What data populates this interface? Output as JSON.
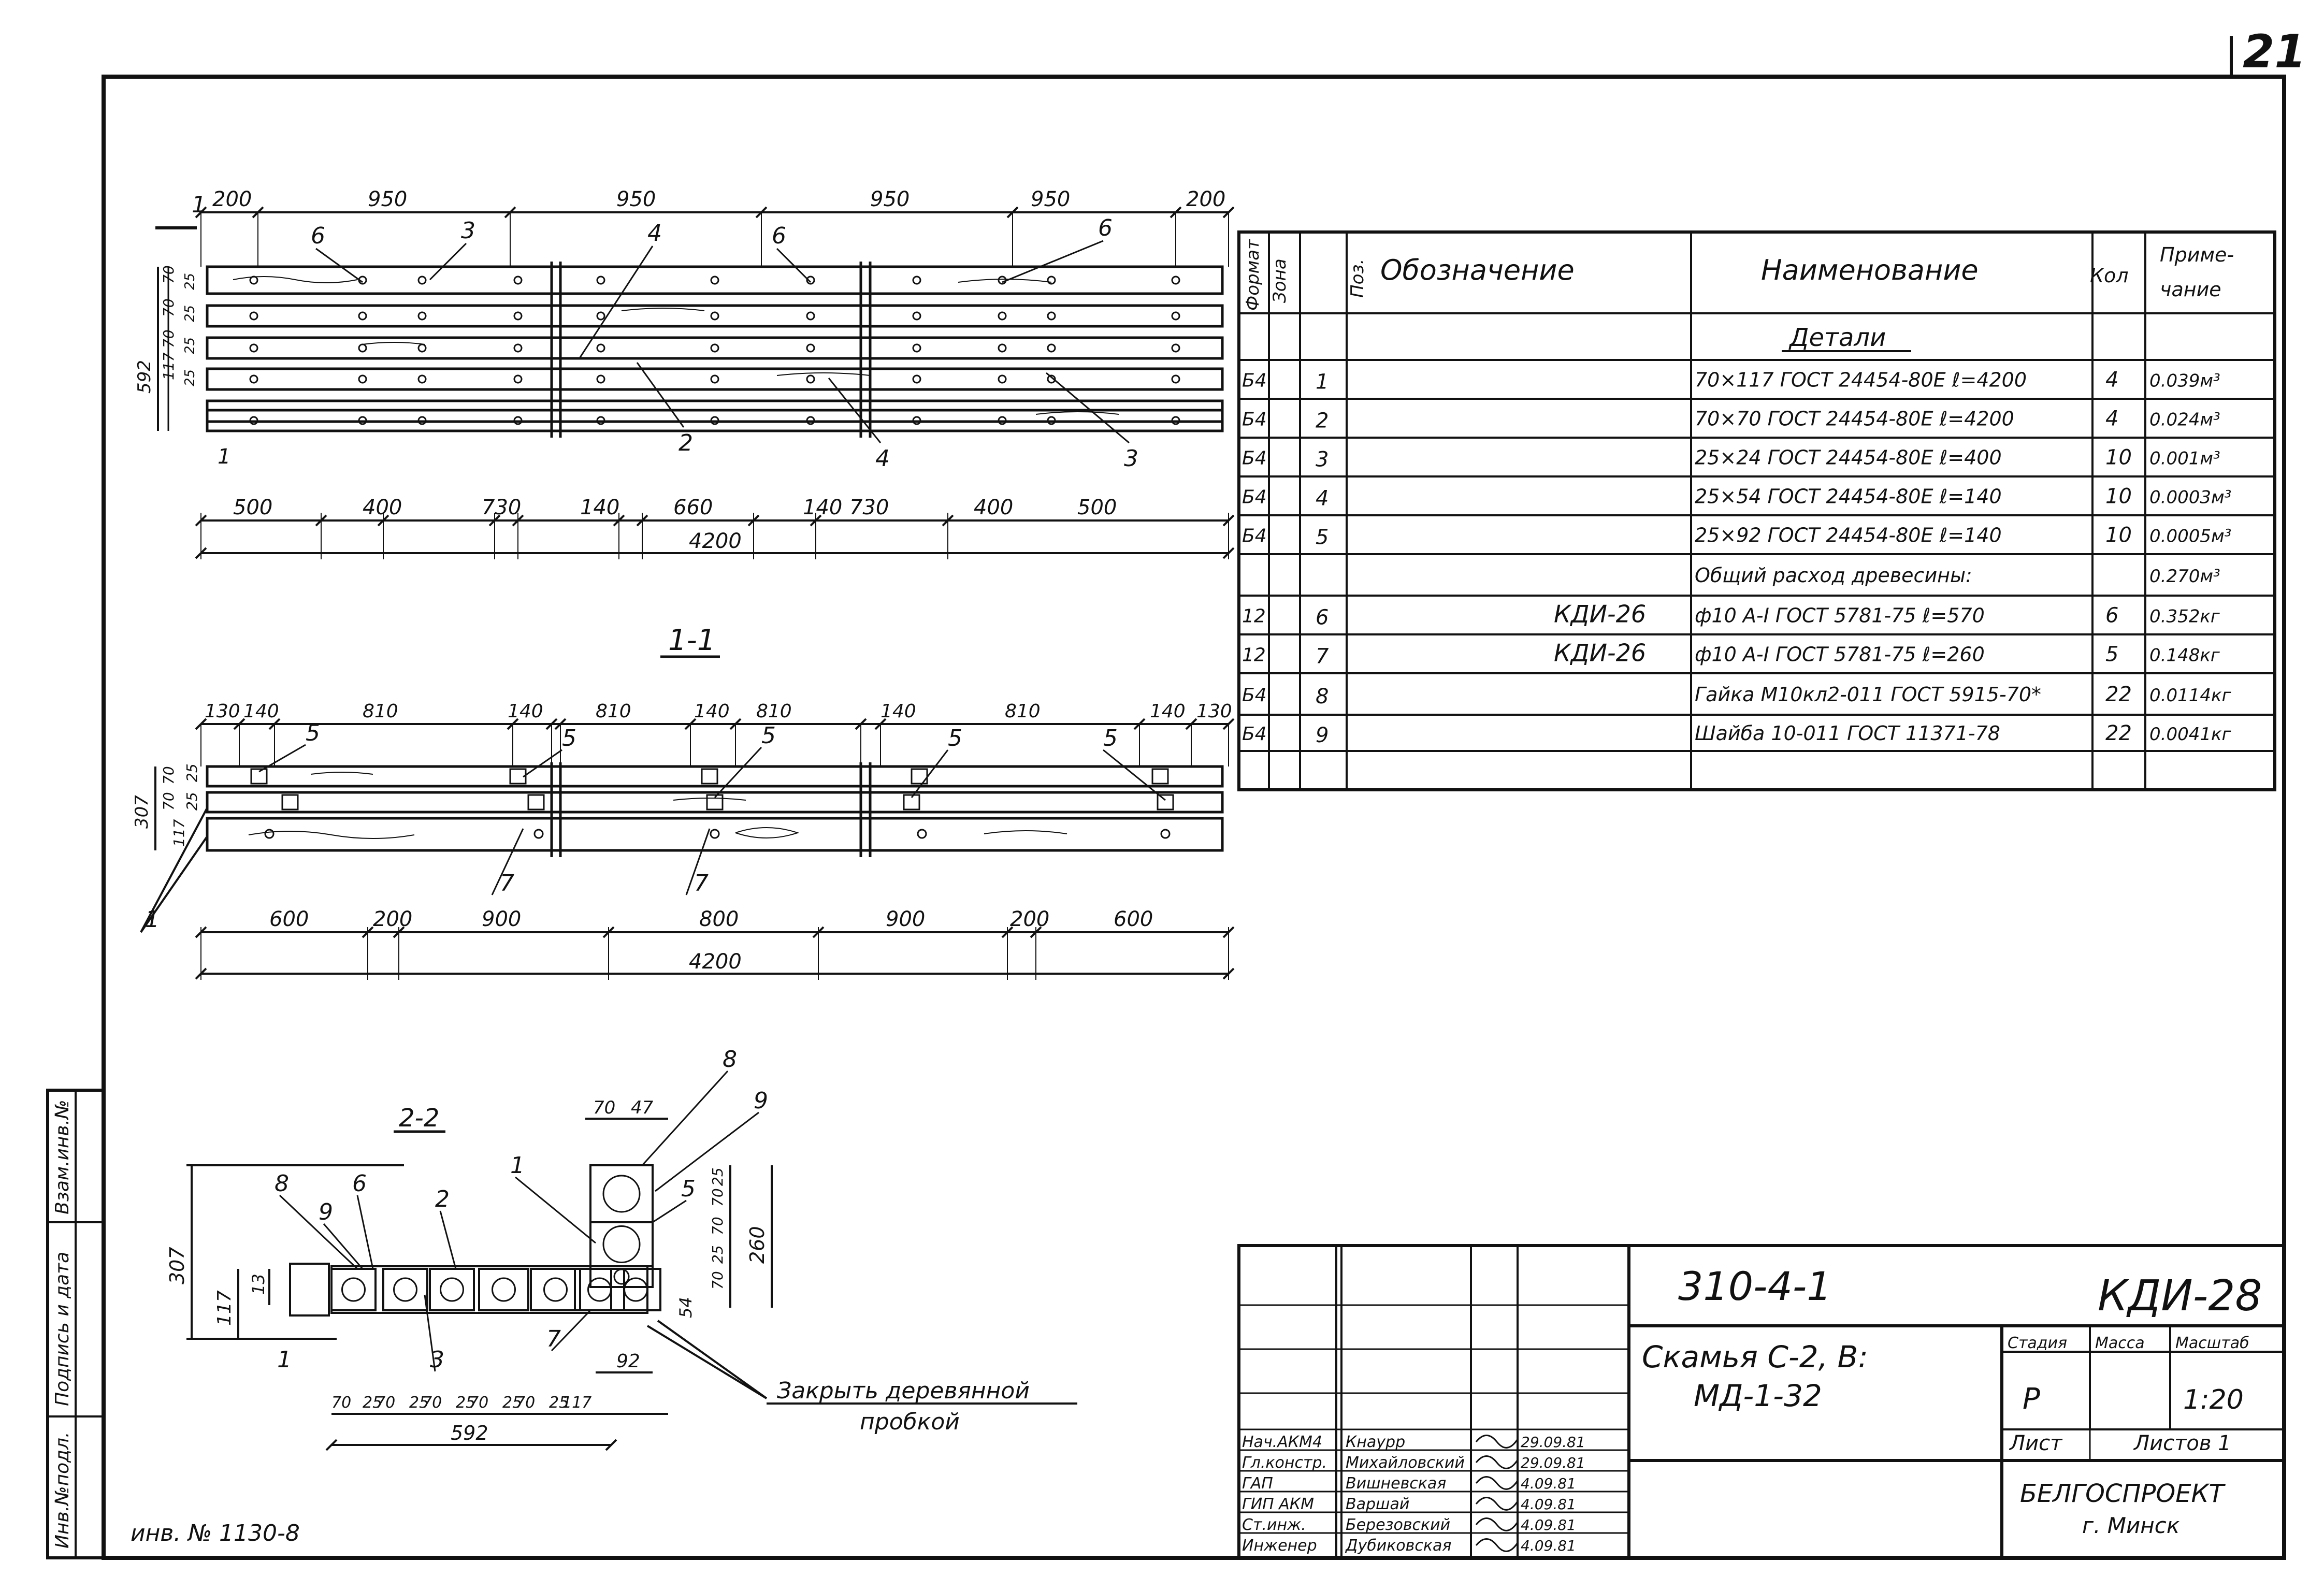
{
  "sheet_number": "21",
  "inventory": "инв. № 1130-8",
  "plan": {
    "top_dims": [
      "200",
      "950",
      "950",
      "950",
      "950",
      "200"
    ],
    "left_dims": [
      "592",
      "70",
      "70",
      "70",
      "117",
      "25",
      "25",
      "25",
      "25"
    ],
    "labels_top": [
      "6",
      "3",
      "4",
      "6",
      "6"
    ],
    "labels_bottom": [
      "2",
      "4",
      "3"
    ],
    "section_mark": "1",
    "bottom_dims": [
      "500",
      "400",
      "730",
      "140",
      "660",
      "140",
      "730",
      "400",
      "500"
    ],
    "total": "4200"
  },
  "section_1_1": {
    "title": "1-1",
    "top_dims": [
      "130",
      "140",
      "810",
      "140",
      "810",
      "140",
      "810",
      "140",
      "810",
      "140",
      "130"
    ],
    "left_dims": [
      "307",
      "117",
      "70",
      "70",
      "25",
      "25"
    ],
    "labels_top": [
      "5",
      "5",
      "5",
      "5",
      "5"
    ],
    "labels_bottom": [
      "7",
      "7"
    ],
    "label_left": "1",
    "bottom_dims": [
      "600",
      "200",
      "900",
      "800",
      "900",
      "200",
      "600"
    ],
    "total": "4200"
  },
  "section_2_2": {
    "title": "2-2",
    "left_dims": [
      "307",
      "117",
      "13"
    ],
    "labels": [
      "8",
      "9",
      "6",
      "2",
      "3",
      "1",
      "7",
      "8",
      "9",
      "5"
    ],
    "top_dims": [
      "70",
      "47"
    ],
    "right_dims": [
      "25",
      "70",
      "70",
      "25",
      "70",
      "260",
      "54"
    ],
    "dim_92": "92",
    "bottom_dims": [
      "70",
      "25",
      "70",
      "25",
      "70",
      "25",
      "70",
      "25",
      "70",
      "25",
      "117"
    ],
    "bottom_total": "592",
    "note_line1": "Закрыть деревянной",
    "note_line2": "пробкой"
  },
  "spec_table": {
    "headers": {
      "format": "Формат",
      "zone": "Зона",
      "pos": "Поз.",
      "designation": "Обозначение",
      "name": "Наименование",
      "qty": "Кол",
      "note1": "Приме-",
      "note2": "чание"
    },
    "section_title": "Детали",
    "rows": [
      {
        "format": "Б4",
        "pos": "1",
        "designation": "",
        "name": "70×117 ГОСТ 24454-80Е ℓ=4200",
        "qty": "4",
        "note": "0.039м³"
      },
      {
        "format": "Б4",
        "pos": "2",
        "designation": "",
        "name": "70×70 ГОСТ 24454-80Е ℓ=4200",
        "qty": "4",
        "note": "0.024м³"
      },
      {
        "format": "Б4",
        "pos": "3",
        "designation": "",
        "name": "25×24 ГОСТ 24454-80Е ℓ=400",
        "qty": "10",
        "note": "0.001м³"
      },
      {
        "format": "Б4",
        "pos": "4",
        "designation": "",
        "name": "25×54 ГОСТ 24454-80Е ℓ=140",
        "qty": "10",
        "note": "0.0003м³"
      },
      {
        "format": "Б4",
        "pos": "5",
        "designation": "",
        "name": "25×92 ГОСТ 24454-80Е ℓ=140",
        "qty": "10",
        "note": "0.0005м³"
      },
      {
        "format": "",
        "pos": "",
        "designation": "",
        "name": "Общий расход древесины:",
        "qty": "",
        "note": "0.270м³"
      },
      {
        "format": "12",
        "pos": "6",
        "designation": "КДИ-26",
        "name": "ф10 А-I ГОСТ 5781-75 ℓ=570",
        "qty": "6",
        "note": "0.352кг"
      },
      {
        "format": "12",
        "pos": "7",
        "designation": "КДИ-26",
        "name": "ф10 А-I ГОСТ 5781-75 ℓ=260",
        "qty": "5",
        "note": "0.148кг"
      },
      {
        "format": "Б4",
        "pos": "8",
        "designation": "",
        "name": "Гайка М10кл2-011 ГОСТ 5915-70*",
        "qty": "22",
        "note": "0.0114кг"
      },
      {
        "format": "Б4",
        "pos": "9",
        "designation": "",
        "name": "Шайба 10-011 ГОСТ 11371-78",
        "qty": "22",
        "note": "0.0041кг"
      }
    ]
  },
  "side_stamp": [
    "Инв.№подл.",
    "Подпись и дата",
    "Взам.инв.№"
  ],
  "title_block": {
    "doc_number": "310-4-1",
    "code": "КДИ-28",
    "title_line1": "Скамья С-2, В:",
    "title_line2": "МД-1-32",
    "stage_label": "Стадия",
    "mass_label": "Масса",
    "scale_label": "Масштаб",
    "stage": "Р",
    "mass": "",
    "scale": "1:20",
    "sheet_label": "Лист",
    "sheets_label": "Листов 1",
    "org_line1": "БЕЛГОСПРОЕКТ",
    "org_line2": "г. Минск",
    "signatures": [
      {
        "role": "Нач.АКМ4",
        "name": "Кнаурр",
        "date": "29.09.81"
      },
      {
        "role": "Гл.констр.",
        "name": "Михайловский",
        "date": "29.09.81"
      },
      {
        "role": "ГАП",
        "name": "Вишневская",
        "date": "4.09.81"
      },
      {
        "role": "ГИП АКМ",
        "name": "Варшай",
        "date": "4.09.81"
      },
      {
        "role": "Ст.инж.",
        "name": "Березовский",
        "date": "4.09.81"
      },
      {
        "role": "Инженер",
        "name": "Дубиковская",
        "date": "4.09.81"
      }
    ]
  }
}
